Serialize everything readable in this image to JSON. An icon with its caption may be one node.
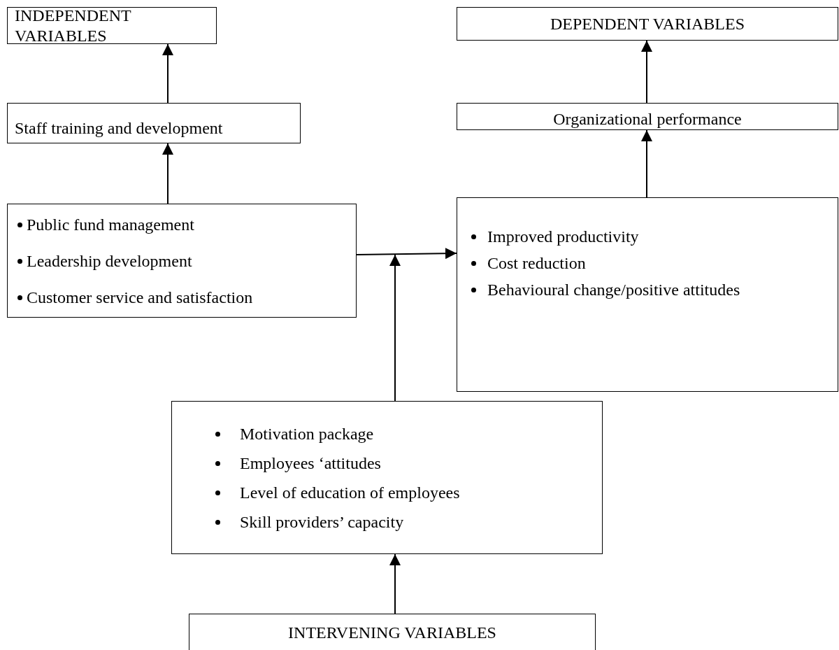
{
  "diagram": {
    "nodes": [
      {
        "text": [
          "INDEPENDENT VARIABLES"
        ]
      },
      {
        "text": [
          "Staff training and development"
        ]
      },
      {
        "text": [
          "Public fund management",
          "Leadership development",
          "Customer service and satisfaction"
        ]
      },
      {
        "text": [
          "DEPENDENT VARIABLES"
        ]
      },
      {
        "text": [
          "Organizational performance"
        ]
      },
      {
        "text": [
          "Improved productivity",
          "Cost reduction",
          "Behavioural change/positive attitudes"
        ]
      },
      {
        "text": [
          "Motivation package",
          "Employees ‘attitudes",
          "Level of education of employees",
          "Skill providers’ capacity"
        ]
      },
      {
        "text": [
          "INTERVENING VARIABLES"
        ]
      }
    ],
    "edges": [
      {
        "from": 1,
        "to": 0,
        "arrow": "to"
      },
      {
        "from": 2,
        "to": 1,
        "arrow": "to"
      },
      {
        "from": 4,
        "to": 3,
        "arrow": "to"
      },
      {
        "from": 5,
        "to": 4,
        "arrow": "to"
      },
      {
        "from": 2,
        "to": 5,
        "arrow": "to"
      },
      {
        "from": 6,
        "to": null,
        "arrow": "to"
      },
      {
        "from": 7,
        "to": 6,
        "arrow": "to"
      }
    ]
  }
}
